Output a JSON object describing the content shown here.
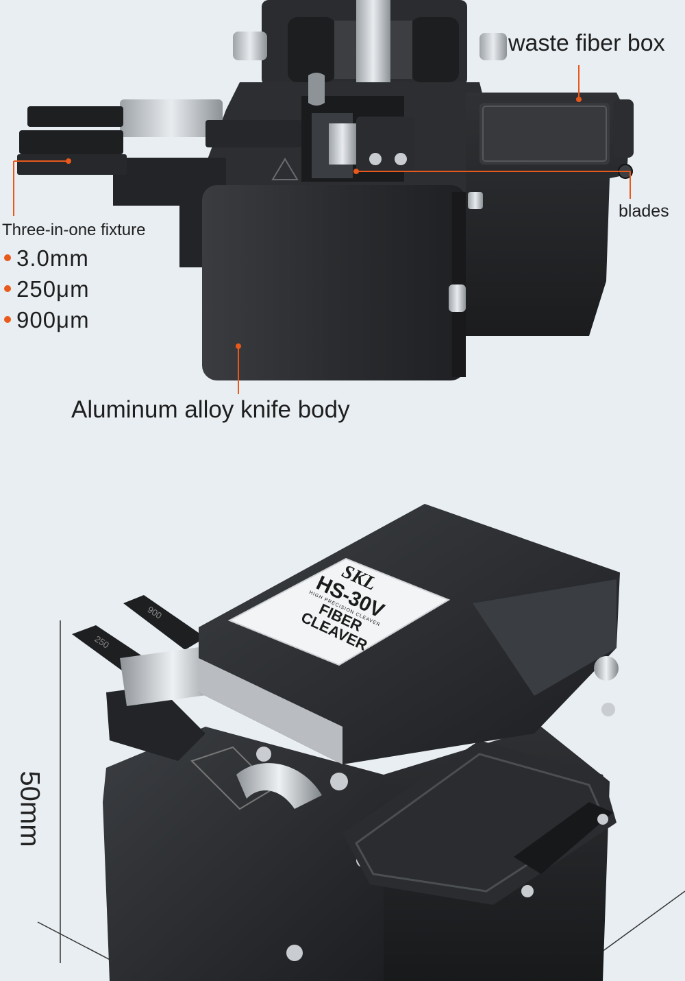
{
  "callouts": {
    "waste_fiber_box": "waste fiber box",
    "blades": "blades",
    "fixture_title": "Three-in-one fixture",
    "fixture_sizes": [
      "3.0mm",
      "250μm",
      "900μm"
    ],
    "knife_body": "Aluminum alloy knife body"
  },
  "dimension": {
    "height": "50mm"
  },
  "product_label": {
    "brand": "SKL",
    "model": "HS-30V",
    "tagline": "HIGH PRECISION CLEAVER",
    "name_line1": "FIBER",
    "name_line2": "CLEAVER"
  },
  "fixture_slots": {
    "slot_a": "900",
    "slot_b": "250"
  },
  "colors": {
    "background": "#e9eef2",
    "accent": "#e8591a",
    "device": "#2b2d30",
    "text": "#1e1e1e"
  }
}
